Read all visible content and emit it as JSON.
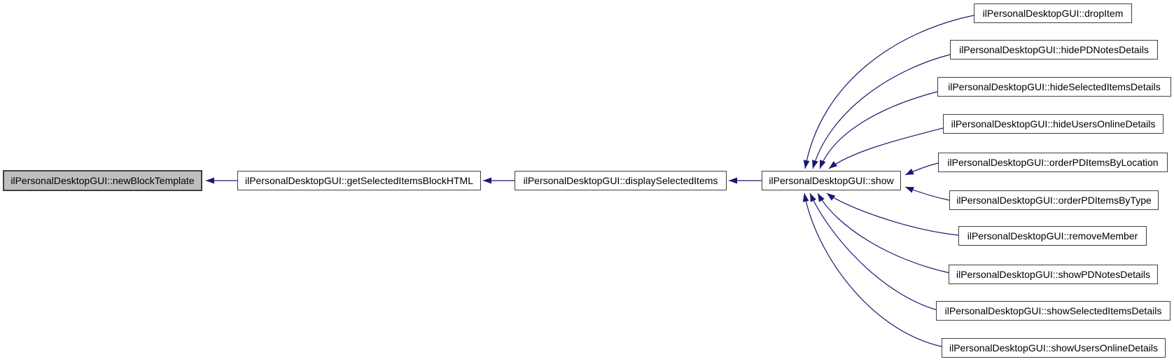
{
  "graph": {
    "kind": "caller-graph",
    "chain": [
      "ilPersonalDesktopGUI::newBlockTemplate",
      "ilPersonalDesktopGUI::getSelectedItemsBlockHTML",
      "ilPersonalDesktopGUI::displaySelectedItems",
      "ilPersonalDesktopGUI::show"
    ],
    "callers": [
      "ilPersonalDesktopGUI::dropItem",
      "ilPersonalDesktopGUI::hidePDNotesDetails",
      "ilPersonalDesktopGUI::hideSelectedItemsDetails",
      "ilPersonalDesktopGUI::hideUsersOnlineDetails",
      "ilPersonalDesktopGUI::orderPDItemsByLocation",
      "ilPersonalDesktopGUI::orderPDItemsByType",
      "ilPersonalDesktopGUI::removeMember",
      "ilPersonalDesktopGUI::showPDNotesDetails",
      "ilPersonalDesktopGUI::showSelectedItemsDetails",
      "ilPersonalDesktopGUI::showUsersOnlineDetails"
    ]
  },
  "colors": {
    "edge": "#191970",
    "node_border": "#404040",
    "highlight_fill": "#bfbfbf",
    "node_fill": "#ffffff",
    "background": "#ffffff",
    "text": "#000000"
  }
}
